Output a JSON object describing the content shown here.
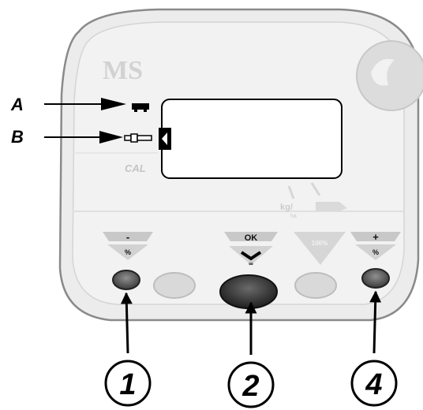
{
  "brand": "MS",
  "cal_label": "CAL",
  "callouts": {
    "a": "A",
    "b": "B"
  },
  "units": {
    "kg_ha": "kg/\nha",
    "kg_label": "kg/",
    "ha_label": "ha"
  },
  "buttons": {
    "minus": {
      "sign": "-",
      "sub": "%"
    },
    "ok": {
      "label": "OK",
      "sub": "∞"
    },
    "hundred": {
      "label": "100%"
    },
    "plus": {
      "sign": "+",
      "sub": "%"
    }
  },
  "numbers": [
    "1",
    "2",
    "4"
  ],
  "icons": [
    "spreader-icon",
    "tractor-pto-icon",
    "speed-wheel-icon",
    "arrow-icon"
  ]
}
